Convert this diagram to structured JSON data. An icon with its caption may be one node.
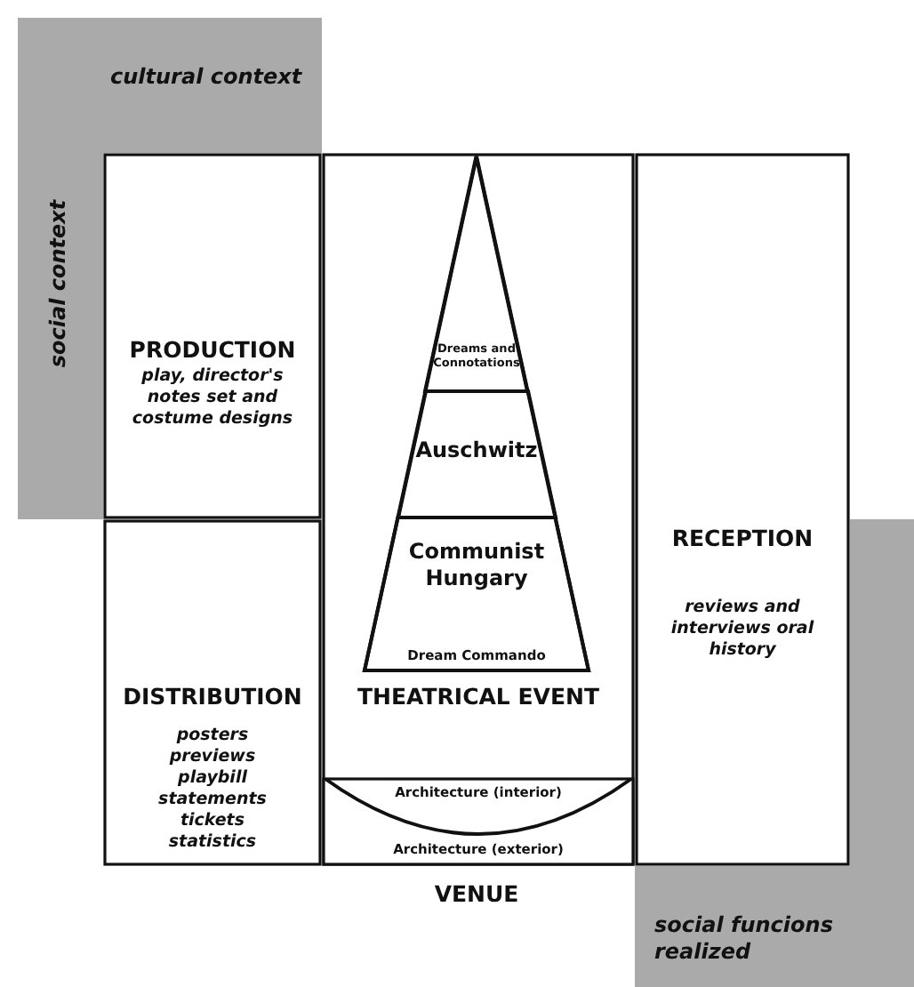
{
  "diagram": {
    "nodes": [
      {
        "text": [
          "cultural context",
          "social context"
        ]
      },
      {
        "text": [
          "PRODUCTION",
          "play, director's notes set and costume designs"
        ]
      },
      {
        "text": [
          "DISTRIBUTION",
          "posters previews playbill statements tickets statistics"
        ]
      },
      {
        "text": [
          "THEATRICAL EVENT"
        ]
      },
      {
        "text": [],
        "shape": "triangle",
        "in": 3
      },
      {
        "text": [
          "Dreams and Connotations"
        ],
        "in": 4
      },
      {
        "text": [
          "Auschwitz"
        ],
        "in": 4
      },
      {
        "text": [
          "Communist Hungary",
          "Dream Commando"
        ],
        "in": 4
      },
      {
        "text": [
          "Architecture (exterior)"
        ],
        "in": 3
      },
      {
        "text": [
          "Architecture (interior)"
        ],
        "in": 8
      },
      {
        "text": [
          "RECEPTION",
          "reviews and interviews oral history"
        ]
      },
      {
        "text": [
          "social funcions realized"
        ]
      }
    ],
    "labels": [
      "VENUE"
    ]
  }
}
